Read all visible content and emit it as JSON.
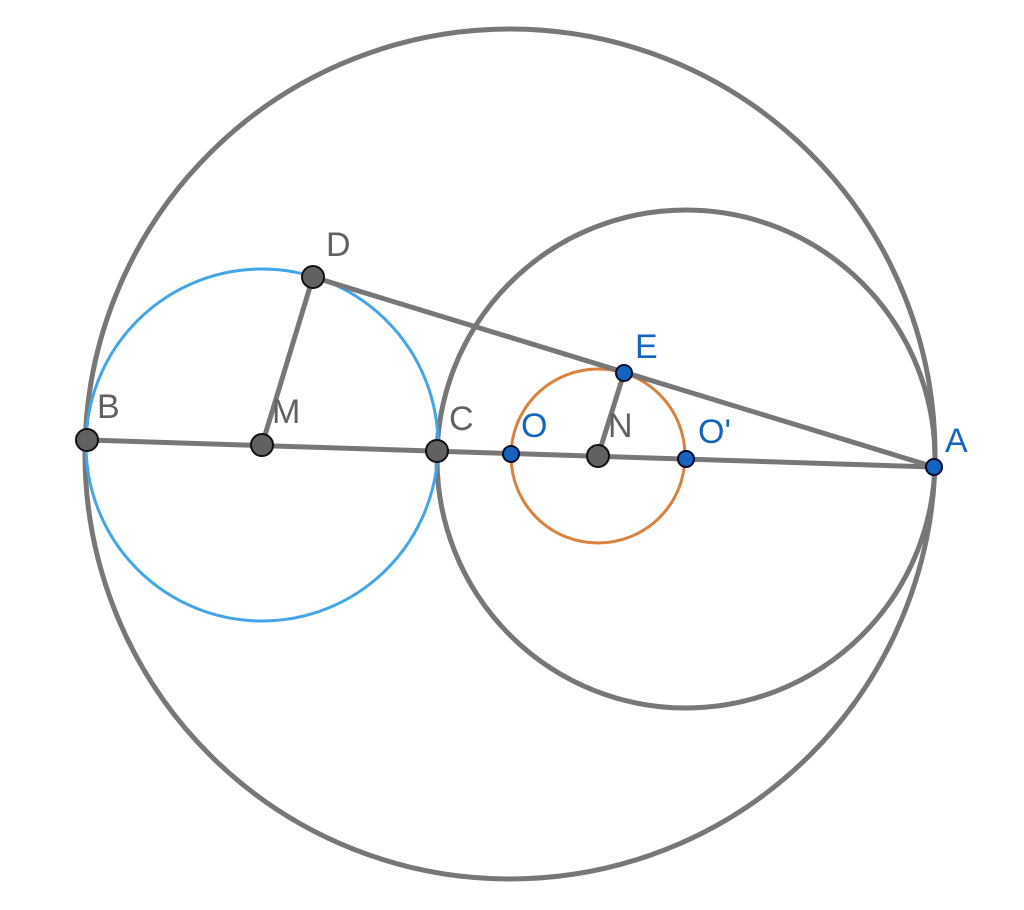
{
  "diagram": {
    "points": [
      {
        "id": "B",
        "label": "B",
        "style": "gray"
      },
      {
        "id": "M",
        "label": "M",
        "style": "gray"
      },
      {
        "id": "C",
        "label": "C",
        "style": "gray"
      },
      {
        "id": "D",
        "label": "D",
        "style": "gray"
      },
      {
        "id": "O",
        "label": "O",
        "style": "blue"
      },
      {
        "id": "N",
        "label": "N",
        "style": "gray"
      },
      {
        "id": "O_prime",
        "label": "O'",
        "style": "blue"
      },
      {
        "id": "E",
        "label": "E",
        "style": "blue"
      },
      {
        "id": "A",
        "label": "A",
        "style": "blue"
      }
    ],
    "circles": [
      {
        "id": "outer-circle",
        "color": "#777777"
      },
      {
        "id": "right-circle",
        "color": "#777777"
      },
      {
        "id": "left-circle",
        "color": "#42a5e8"
      },
      {
        "id": "small-circle",
        "color": "#d9813f"
      }
    ],
    "segments": [
      {
        "id": "segment-BA",
        "from": "B",
        "to": "A"
      },
      {
        "id": "segment-DA",
        "from": "D",
        "to": "A"
      },
      {
        "id": "segment-MD",
        "from": "M",
        "to": "D"
      },
      {
        "id": "segment-NE",
        "from": "N",
        "to": "E"
      }
    ],
    "colors": {
      "stroke": "#777777",
      "gray_point": "#616161",
      "blue_point": "#1565c0"
    }
  }
}
